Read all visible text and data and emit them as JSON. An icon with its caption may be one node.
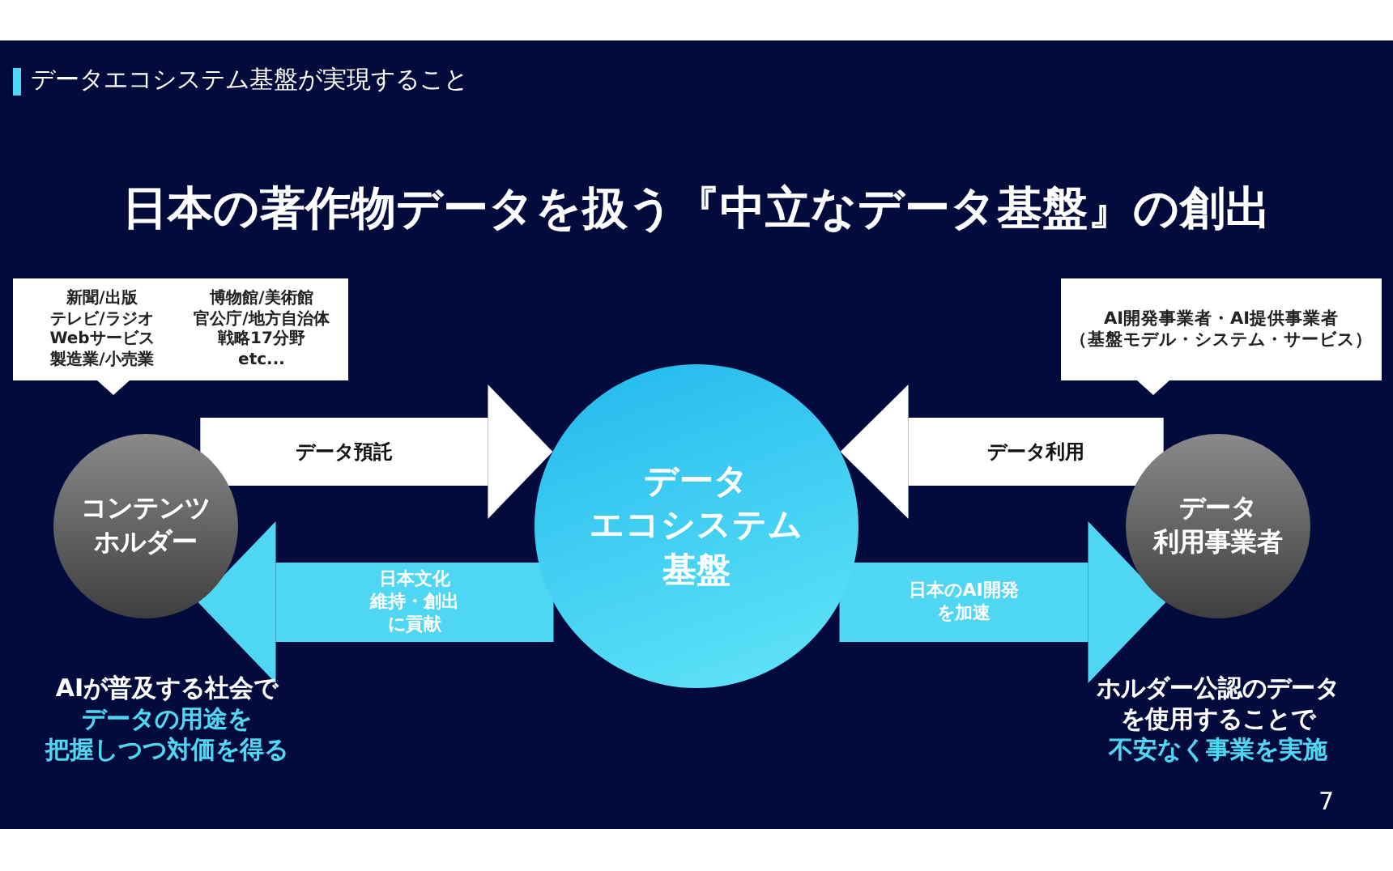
{
  "diagram": {
    "title": "日本の著作物データを扱う『中立なデータ基盤』の創出",
    "nodes": [
      {
        "text": [
          "新聞/出版テレビ/ラジオWebサービス製造業/小売業",
          "博物館/美術館官公庁/地方自治体戦略17分野etc..."
        ]
      },
      {
        "text": [
          "コンテンツホルダー"
        ],
        "beside": [
          "AIが普及する社会で",
          "データの用途を把握しつつ対価を得る"
        ]
      },
      {
        "text": [
          "データエコシステム基盤"
        ]
      },
      {
        "text": [
          "データ利用事業者"
        ],
        "beside": [
          "ホルダー公認のデータを使用することで",
          "不安なく事業を実施"
        ]
      },
      {
        "text": [
          "AI開発事業者・AI提供事業者（基盤モデル・システム・サービス）"
        ]
      }
    ],
    "edges": [
      {
        "from": 1,
        "to": 2,
        "arrow": "to",
        "label": "データ預託"
      },
      {
        "from": 2,
        "to": 1,
        "arrow": "to",
        "label": "日本文化維持・創出に貢献",
        "color": "#4fd6f2"
      },
      {
        "from": 3,
        "to": 2,
        "arrow": "to",
        "label": "データ利用"
      },
      {
        "from": 2,
        "to": 3,
        "arrow": "to",
        "label": "日本のAI開発を加速",
        "color": "#4fd6f2"
      }
    ],
    "labels": [
      "データエコシステム基盤が実現すること",
      "7"
    ]
  }
}
